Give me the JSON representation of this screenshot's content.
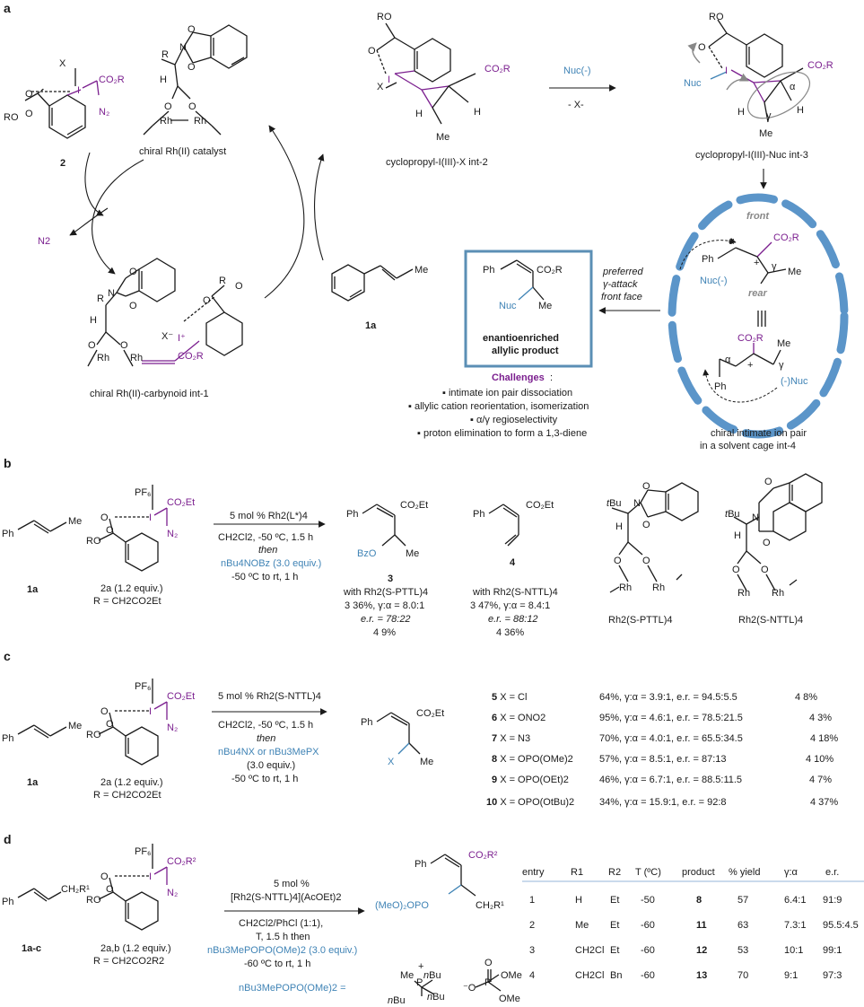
{
  "panels": {
    "a": {
      "label": "a",
      "reagent_2": "2",
      "chiral_rh_catalyst": "chiral Rh(II) catalyst",
      "n2": "N2",
      "carbynoid": "chiral Rh(II)-carbynoid int-1",
      "int2": "cyclopropyl-I(III)-X int-2",
      "int3": "cyclopropyl-I(III)-Nuc int-3",
      "nuc_minus": "Nuc(-)",
      "minus_x": "- X-",
      "alkene_1a": "1a",
      "preferred": "preferred",
      "gamma_attack": "γ-attack",
      "front_face": "front face",
      "enantioenriched": "enantioenriched",
      "allylic_product": "allylic product",
      "front": "front",
      "rear": "rear",
      "challenges_title": "Challenges",
      "challenges": [
        "intimate ion pair dissociation",
        "allylic cation reorientation, isomerization",
        "α/γ regioselectivity",
        "proton elimination to form a 1,3-diene"
      ],
      "ion_pair_1": "chiral intimate ion pair",
      "ion_pair_2": "in a solvent cage int-4"
    },
    "b": {
      "label": "b",
      "sm": "1a",
      "reagent": "2a (1.2 equiv.)",
      "r_def": "R = CH2CO2Et",
      "cond1": "5 mol % Rh2(L*)4",
      "cond2": "CH2Cl2, -50 ºC, 1.5 h",
      "cond3": "then",
      "cond4": "nBu4NOBz (3.0 equiv.)",
      "cond5": "-50 ºC to rt, 1 h",
      "prod3": "3",
      "prod4": "4",
      "res1_head": "with Rh2(S-PTTL)4",
      "res1_l1": "3 36%, γ:α = 8.0:1",
      "res1_l2": "e.r. = 78:22",
      "res1_l3": "4 9%",
      "res2_head": "with Rh2(S-NTTL)4",
      "res2_l1": "3 47%, γ:α = 8.4:1",
      "res2_l2": "e.r. = 88:12",
      "res2_l3": "4 36%",
      "cat1": "Rh2(S-PTTL)4",
      "cat2": "Rh2(S-NTTL)4"
    },
    "c": {
      "label": "c",
      "sm": "1a",
      "reagent": "2a (1.2 equiv.)",
      "r_def": "R = CH2CO2Et",
      "cond1": "5 mol % Rh2(S-NTTL)4",
      "cond2": "CH2Cl2, -50 ºC, 1.5 h",
      "cond3": "then",
      "cond4": "nBu4NX or nBu3MePX",
      "cond5": "(3.0 equiv.)",
      "cond6": "-50 ºC to rt, 1 h",
      "rows": [
        {
          "num": "5",
          "x": "X = Cl",
          "res": "64%, γ:α = 3.9:1, e.r. = 94.5:5.5",
          "diene": "4 8%"
        },
        {
          "num": "6",
          "x": "X = ONO2",
          "res": "95%, γ:α = 4.6:1, e.r. = 78.5:21.5",
          "diene": "4 3%"
        },
        {
          "num": "7",
          "x": "X = N3",
          "res": "70%, γ:α = 4.0:1, e.r. = 65.5:34.5",
          "diene": "4 18%"
        },
        {
          "num": "8",
          "x": "X = OPO(OMe)2",
          "res": "57%, γ:α = 8.5:1, e.r. = 87:13",
          "diene": "4 10%"
        },
        {
          "num": "9",
          "x": "X = OPO(OEt)2",
          "res": "46%, γ:α = 6.7:1, e.r. = 88.5:11.5",
          "diene": "4 7%"
        },
        {
          "num": "10",
          "x": "X = OPO(OtBu)2",
          "res": "34%, γ:α = 15.9:1, e.r. = 92:8",
          "diene": "4 37%"
        }
      ]
    },
    "d": {
      "label": "d",
      "sm": "1a-c",
      "reagent": "2a,b (1.2 equiv.)",
      "r_def": "R = CH2CO2R2",
      "cond1": "5 mol %",
      "cond2": "[Rh2(S-NTTL)4](AcOEt)2",
      "cond3": "CH2Cl2/PhCl (1:1),",
      "cond4": "T, 1.5 h then",
      "cond5": "nBu3MePOPO(OMe)2 (3.0 equiv.)",
      "cond6": "-60 ºC to rt, 1 h",
      "salt": "nBu3MePOPO(OMe)2 =",
      "headers": [
        "entry",
        "R1",
        "R2",
        "T (ºC)",
        "product",
        "% yield",
        "γ:α",
        "e.r."
      ],
      "rows": [
        [
          "1",
          "H",
          "Et",
          "-50",
          "8",
          "57",
          "6.4:1",
          "91:9"
        ],
        [
          "2",
          "Me",
          "Et",
          "-60",
          "11",
          "63",
          "7.3:1",
          "95.5:4.5"
        ],
        [
          "3",
          "CH2Cl",
          "Et",
          "-60",
          "12",
          "53",
          "10:1",
          "99:1"
        ],
        [
          "4",
          "CH2Cl",
          "Bn",
          "-60",
          "13",
          "70",
          "9:1",
          "97:3"
        ]
      ]
    }
  },
  "colors": {
    "purple": "#7b1f8f",
    "blue": "#3f83b5",
    "cage": "#5b95c9",
    "box": "#5b8fb5"
  }
}
